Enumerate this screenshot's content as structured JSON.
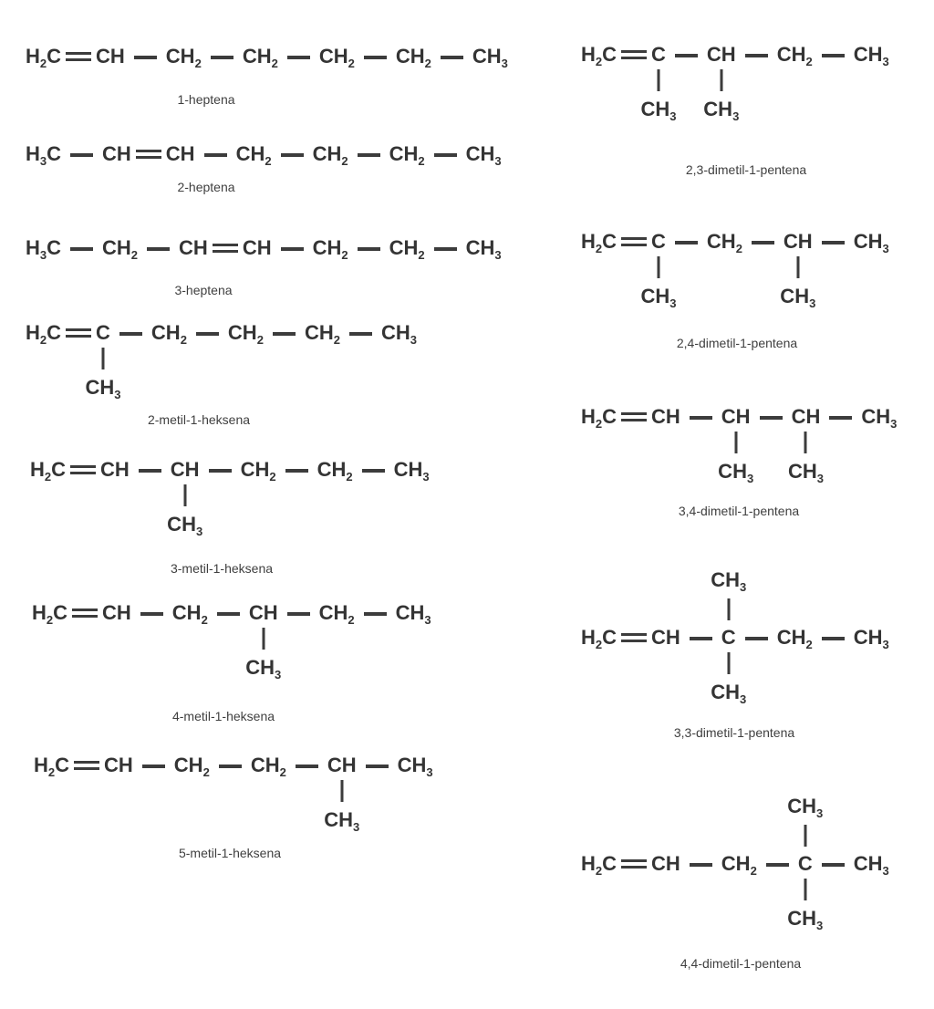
{
  "colors": {
    "ink": "#343434",
    "bond": "#3c3c3c",
    "label": "#3f3f3f",
    "background": "#ffffff"
  },
  "molecules": [
    {
      "id": "l1",
      "label": "1-heptena",
      "chain": [
        "H2C",
        "=",
        "CH",
        "-",
        "CH2",
        "-",
        "CH2",
        "-",
        "CH2",
        "-",
        "CH2",
        "-",
        "CH3"
      ],
      "branches": []
    },
    {
      "id": "l2",
      "label": "2-heptena",
      "chain": [
        "H3C",
        "-",
        "CH",
        "=",
        "CH",
        "-",
        "CH2",
        "-",
        "CH2",
        "-",
        "CH2",
        "-",
        "CH3"
      ],
      "branches": []
    },
    {
      "id": "l3",
      "label": "3-heptena",
      "chain": [
        "H3C",
        "-",
        "CH2",
        "-",
        "CH",
        "=",
        "CH",
        "-",
        "CH2",
        "-",
        "CH2",
        "-",
        "CH3"
      ],
      "branches": []
    },
    {
      "id": "l4",
      "label": "2-metil-1-heksena",
      "chain": [
        "H2C",
        "=",
        "C",
        "-",
        "CH2",
        "-",
        "CH2",
        "-",
        "CH2",
        "-",
        "CH3"
      ],
      "branches": [
        {
          "atom": 2,
          "dir": "down",
          "group": "CH3"
        }
      ]
    },
    {
      "id": "l5",
      "label": "3-metil-1-heksena",
      "chain": [
        "H2C",
        "=",
        "CH",
        "-",
        "CH",
        "-",
        "CH2",
        "-",
        "CH2",
        "-",
        "CH3"
      ],
      "branches": [
        {
          "atom": 4,
          "dir": "down",
          "group": "CH3"
        }
      ]
    },
    {
      "id": "l6",
      "label": "4-metil-1-heksena",
      "chain": [
        "H2C",
        "=",
        "CH",
        "-",
        "CH2",
        "-",
        "CH",
        "-",
        "CH2",
        "-",
        "CH3"
      ],
      "branches": [
        {
          "atom": 6,
          "dir": "down",
          "group": "CH3"
        }
      ]
    },
    {
      "id": "l7",
      "label": "5-metil-1-heksena",
      "chain": [
        "H2C",
        "=",
        "CH",
        "-",
        "CH2",
        "-",
        "CH2",
        "-",
        "CH",
        "-",
        "CH3"
      ],
      "branches": [
        {
          "atom": 8,
          "dir": "down",
          "group": "CH3"
        }
      ]
    },
    {
      "id": "r1",
      "label": "2,3-dimetil-1-pentena",
      "chain": [
        "H2C",
        "=",
        "C",
        "-",
        "CH",
        "-",
        "CH2",
        "-",
        "CH3"
      ],
      "branches": [
        {
          "atom": 2,
          "dir": "down",
          "group": "CH3"
        },
        {
          "atom": 4,
          "dir": "down",
          "group": "CH3"
        }
      ]
    },
    {
      "id": "r2",
      "label": "2,4-dimetil-1-pentena",
      "chain": [
        "H2C",
        "=",
        "C",
        "-",
        "CH2",
        "-",
        "CH",
        "-",
        "CH3"
      ],
      "branches": [
        {
          "atom": 2,
          "dir": "down",
          "group": "CH3"
        },
        {
          "atom": 6,
          "dir": "down",
          "group": "CH3"
        }
      ]
    },
    {
      "id": "r3",
      "label": "3,4-dimetil-1-pentena",
      "chain": [
        "H2C",
        "=",
        "CH",
        "-",
        "CH",
        "-",
        "CH",
        "-",
        "CH3"
      ],
      "branches": [
        {
          "atom": 4,
          "dir": "down",
          "group": "CH3"
        },
        {
          "atom": 6,
          "dir": "down",
          "group": "CH3"
        }
      ]
    },
    {
      "id": "r4",
      "label": "3,3-dimetil-1-pentena",
      "chain": [
        "H2C",
        "=",
        "CH",
        "-",
        "C",
        "-",
        "CH2",
        "-",
        "CH3"
      ],
      "branches": [
        {
          "atom": 4,
          "dir": "up",
          "group": "CH3"
        },
        {
          "atom": 4,
          "dir": "down",
          "group": "CH3"
        }
      ]
    },
    {
      "id": "r5",
      "label": "4,4-dimetil-1-pentena",
      "chain": [
        "H2C",
        "=",
        "CH",
        "-",
        "CH2",
        "-",
        "C",
        "-",
        "CH3"
      ],
      "branches": [
        {
          "atom": 6,
          "dir": "up",
          "group": "CH3"
        },
        {
          "atom": 6,
          "dir": "down",
          "group": "CH3"
        }
      ]
    }
  ]
}
